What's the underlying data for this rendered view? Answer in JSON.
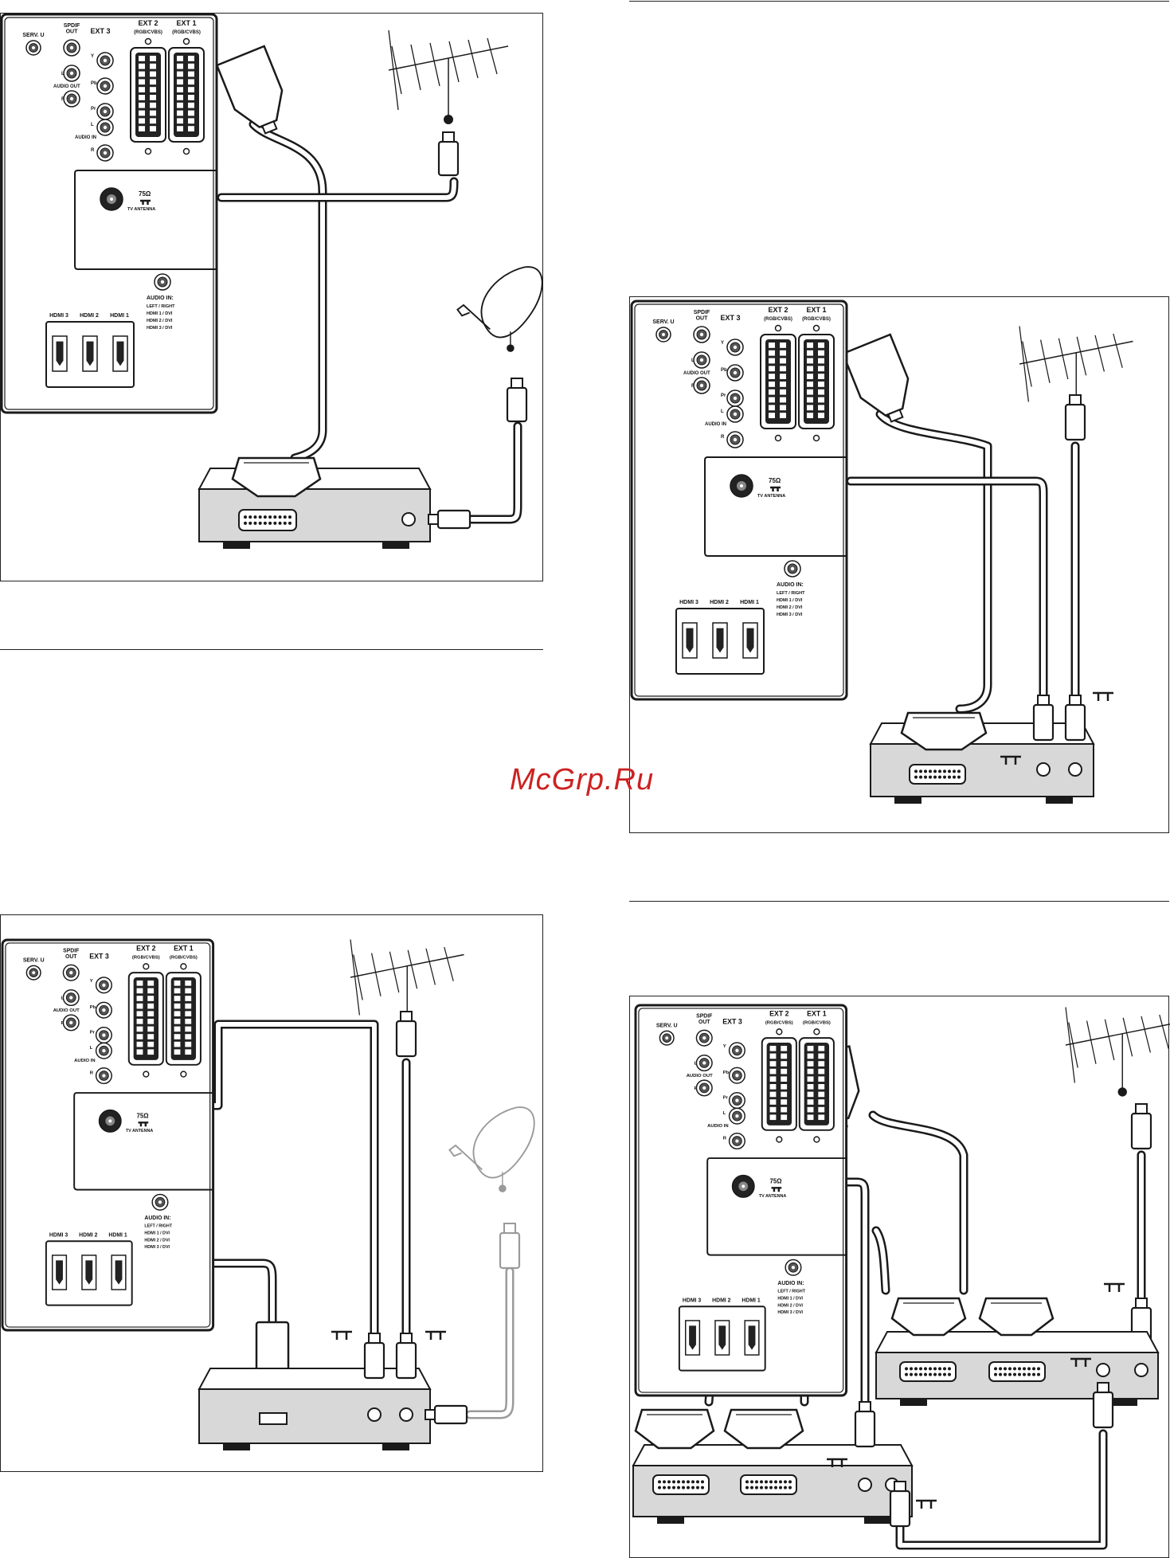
{
  "watermark": "McGrp.Ru",
  "labels": {
    "serv_u": "SERV. U",
    "spdif_out": "SPDIF\nOUT",
    "ext3": "EXT 3",
    "ext2": "EXT 2",
    "ext2_sub": "(RGB/CVBS)",
    "ext1": "EXT 1",
    "ext1_sub": "(RGB/CVBS)",
    "audio_out": "AUDIO OUT",
    "audio_in": "AUDIO IN",
    "l": "L",
    "r": "R",
    "y": "Y",
    "pb": "Pb",
    "pr": "Pr",
    "ohm": "75Ω",
    "tv_antenna": "TV ANTENNA",
    "hdmi3": "HDMI 3",
    "hdmi2": "HDMI 2",
    "hdmi1": "HDMI 1",
    "audio_in_title": "AUDIO IN:",
    "audio_in_lines": [
      "LEFT / RIGHT",
      "HDMI 1 / DVI",
      "HDMI 2 / DVI",
      "HDMI 3 / DVI"
    ]
  },
  "colors": {
    "line": "#1a1a1a",
    "device": "#d8d8d8",
    "gray_cable": "#9a9a9a"
  }
}
